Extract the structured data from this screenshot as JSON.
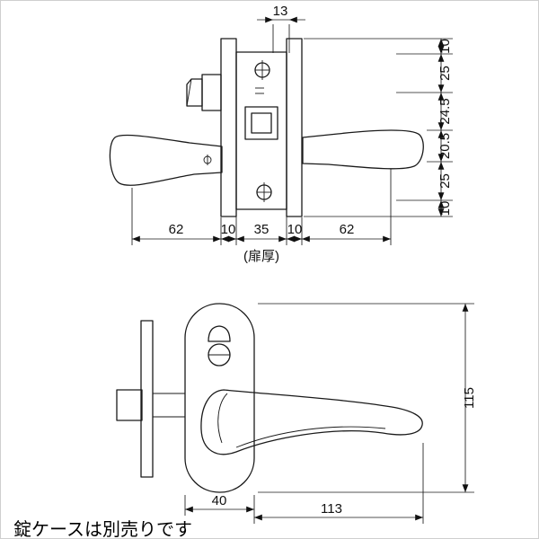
{
  "drawing": {
    "caption": "錠ケースは別売りです",
    "top_view": {
      "dim_top": "13",
      "dim_right": [
        "10",
        "25",
        "24.5",
        "20.5",
        "25",
        "10"
      ],
      "dim_bottom": [
        "62",
        "10",
        "35",
        "10",
        "62"
      ],
      "door_thickness": "(扉厚)"
    },
    "front_view": {
      "dim_height": "115",
      "dim_width": "40",
      "dim_length": "113"
    }
  }
}
